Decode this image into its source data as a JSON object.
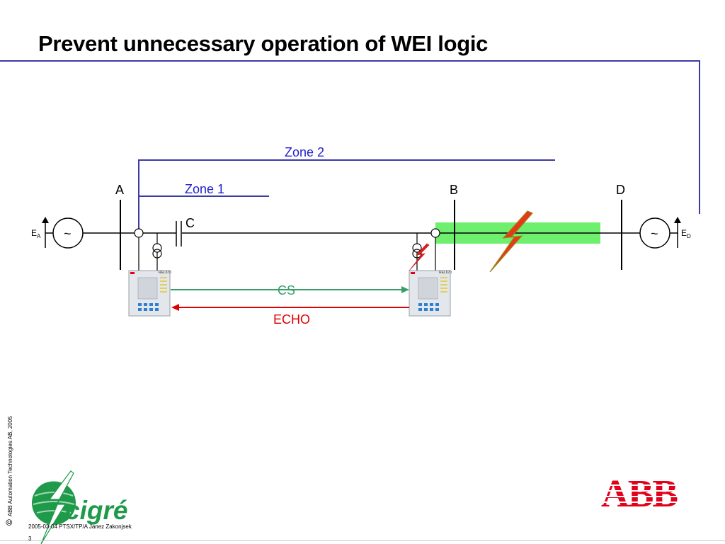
{
  "title": "Prevent unnecessary operation of WEI logic",
  "diagram": {
    "zone2_label": "Zone 2",
    "zone1_label": "Zone 1",
    "node_a": "A",
    "node_b": "B",
    "node_c": "C",
    "node_d": "D",
    "source_symbol": "~",
    "source_left": {
      "letter": "E",
      "sub": "A"
    },
    "source_right": {
      "letter": "E",
      "sub": "D"
    },
    "relay_model": "REL670",
    "signal_cs": "CS",
    "signal_echo": "ECHO"
  },
  "colors": {
    "zone_line": "#3b3ba6",
    "cs_arrow": "#3a9e6a",
    "echo_arrow": "#e00000",
    "fault_section": "#6ef06e",
    "abb_red": "#e2001a"
  },
  "logos": {
    "cigre": "cigré",
    "abb": "ABB"
  },
  "footer": {
    "copyright_symbol": "©",
    "copyright_text": "ABB Automation Technologies AB, 2005",
    "meta": "2005-03-04  PTSX/TP/A Janez Zakonjsek",
    "page_number": "3"
  }
}
